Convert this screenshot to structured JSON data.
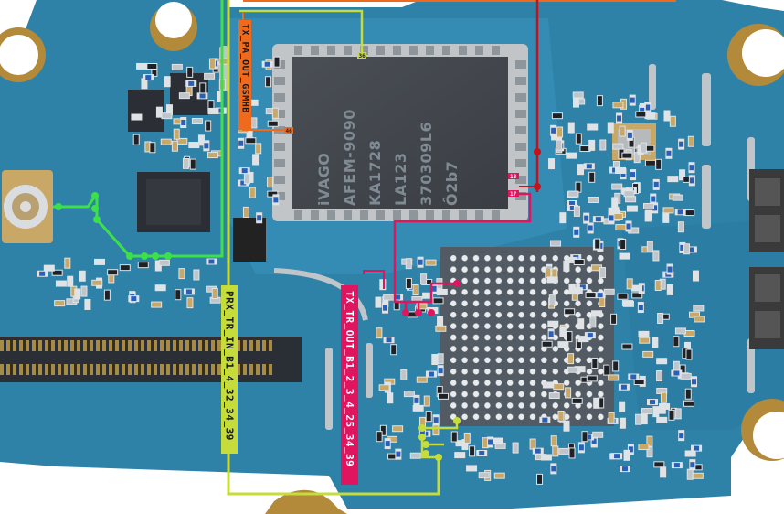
{
  "labels": {
    "gsm_net": "TX_PA_OUT_GSMHB",
    "prx_net": "PRX_TR_IN_B1_4_32_34_39",
    "tx_net": "TX_TR_OUT_B1_2_3_4_25_34_39"
  },
  "chip": {
    "lines": [
      "iVAGO",
      "AFEM-9090",
      "KA1728",
      "LA123",
      "370309L6",
      "Ô2b7"
    ]
  },
  "pins": {
    "p36": "36",
    "p46": "46",
    "p18": "18",
    "p17": "17"
  },
  "colors": {
    "board": "#2e82a8",
    "gsm_trace": "#f06a1e",
    "prx_trace": "#c6dc3a",
    "tx_trace": "#e0155f",
    "antenna_trace": "#3ee04a",
    "ref_trace": "#c4121a"
  }
}
